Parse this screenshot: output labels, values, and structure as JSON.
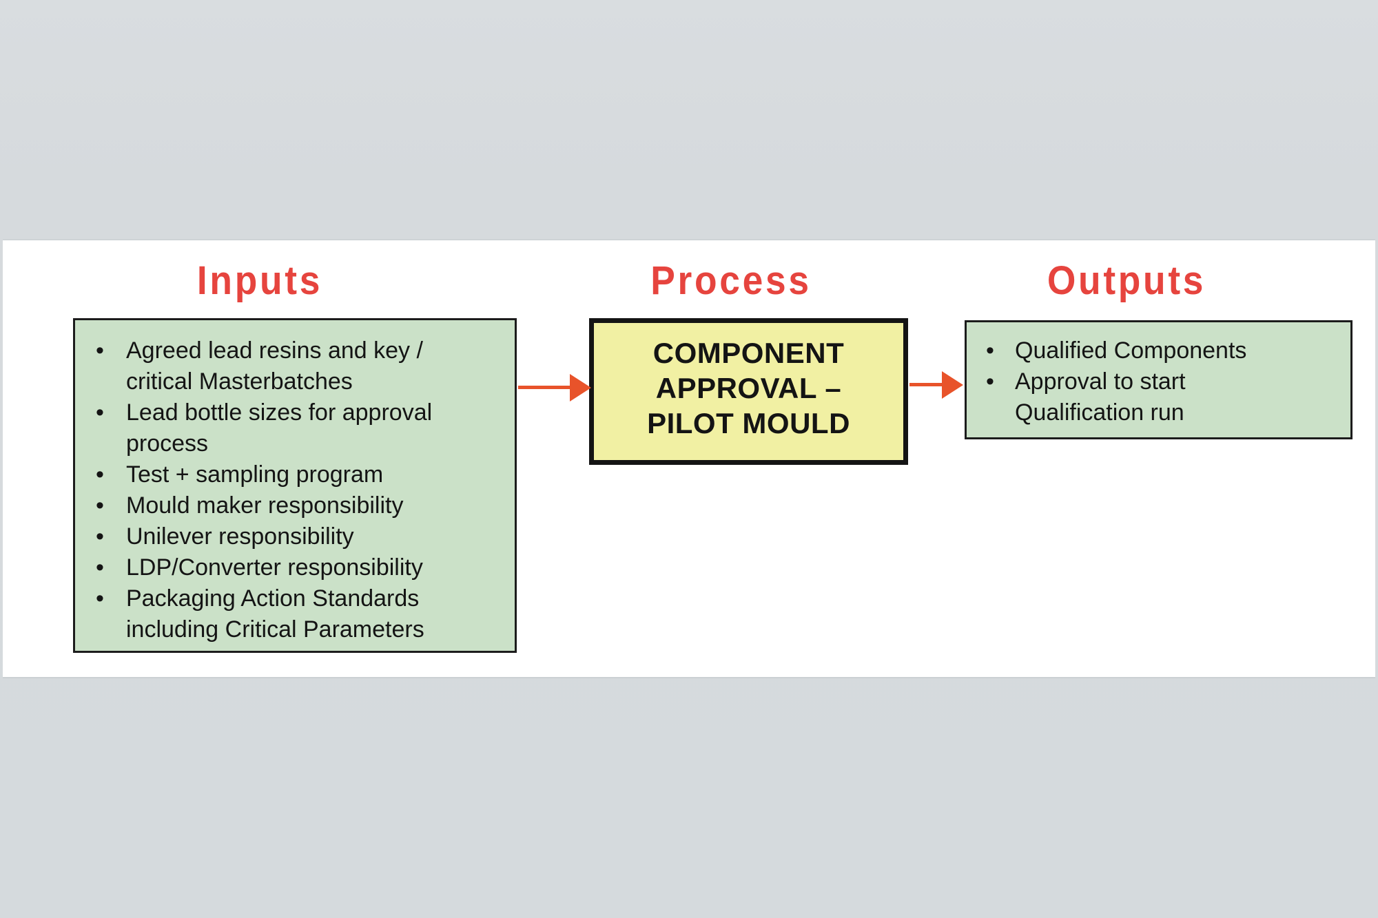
{
  "diagram": {
    "inputs": {
      "heading": "Inputs",
      "items": [
        {
          "line1": "Agreed lead resins and key /",
          "line2": "critical Masterbatches"
        },
        {
          "line1": "Lead bottle sizes for approval",
          "line2": "process"
        },
        {
          "line1": "Test + sampling program"
        },
        {
          "line1": "Mould maker responsibility"
        },
        {
          "line1": "Unilever responsibility"
        },
        {
          "line1": "LDP/Converter responsibility"
        },
        {
          "line1": "Packaging Action Standards",
          "line2": "including Critical Parameters"
        }
      ]
    },
    "process": {
      "heading": "Process",
      "box_lines": [
        "COMPONENT",
        "APPROVAL –",
        "PILOT MOULD"
      ]
    },
    "outputs": {
      "heading": "Outputs",
      "items": [
        {
          "line1": "Qualified Components"
        },
        {
          "line1": "Approval to start",
          "line2": "Qualification run"
        }
      ]
    },
    "bullet_glyph": "•",
    "colors": {
      "heading_red": "#e6443e",
      "arrow_orange": "#e8532a",
      "inputs_outputs_fill": "#cbe1c8",
      "process_fill": "#f1f0a3",
      "box_border_black": "#141414",
      "panel_white": "#ffffff",
      "background_gray": "#d6dadd"
    }
  }
}
